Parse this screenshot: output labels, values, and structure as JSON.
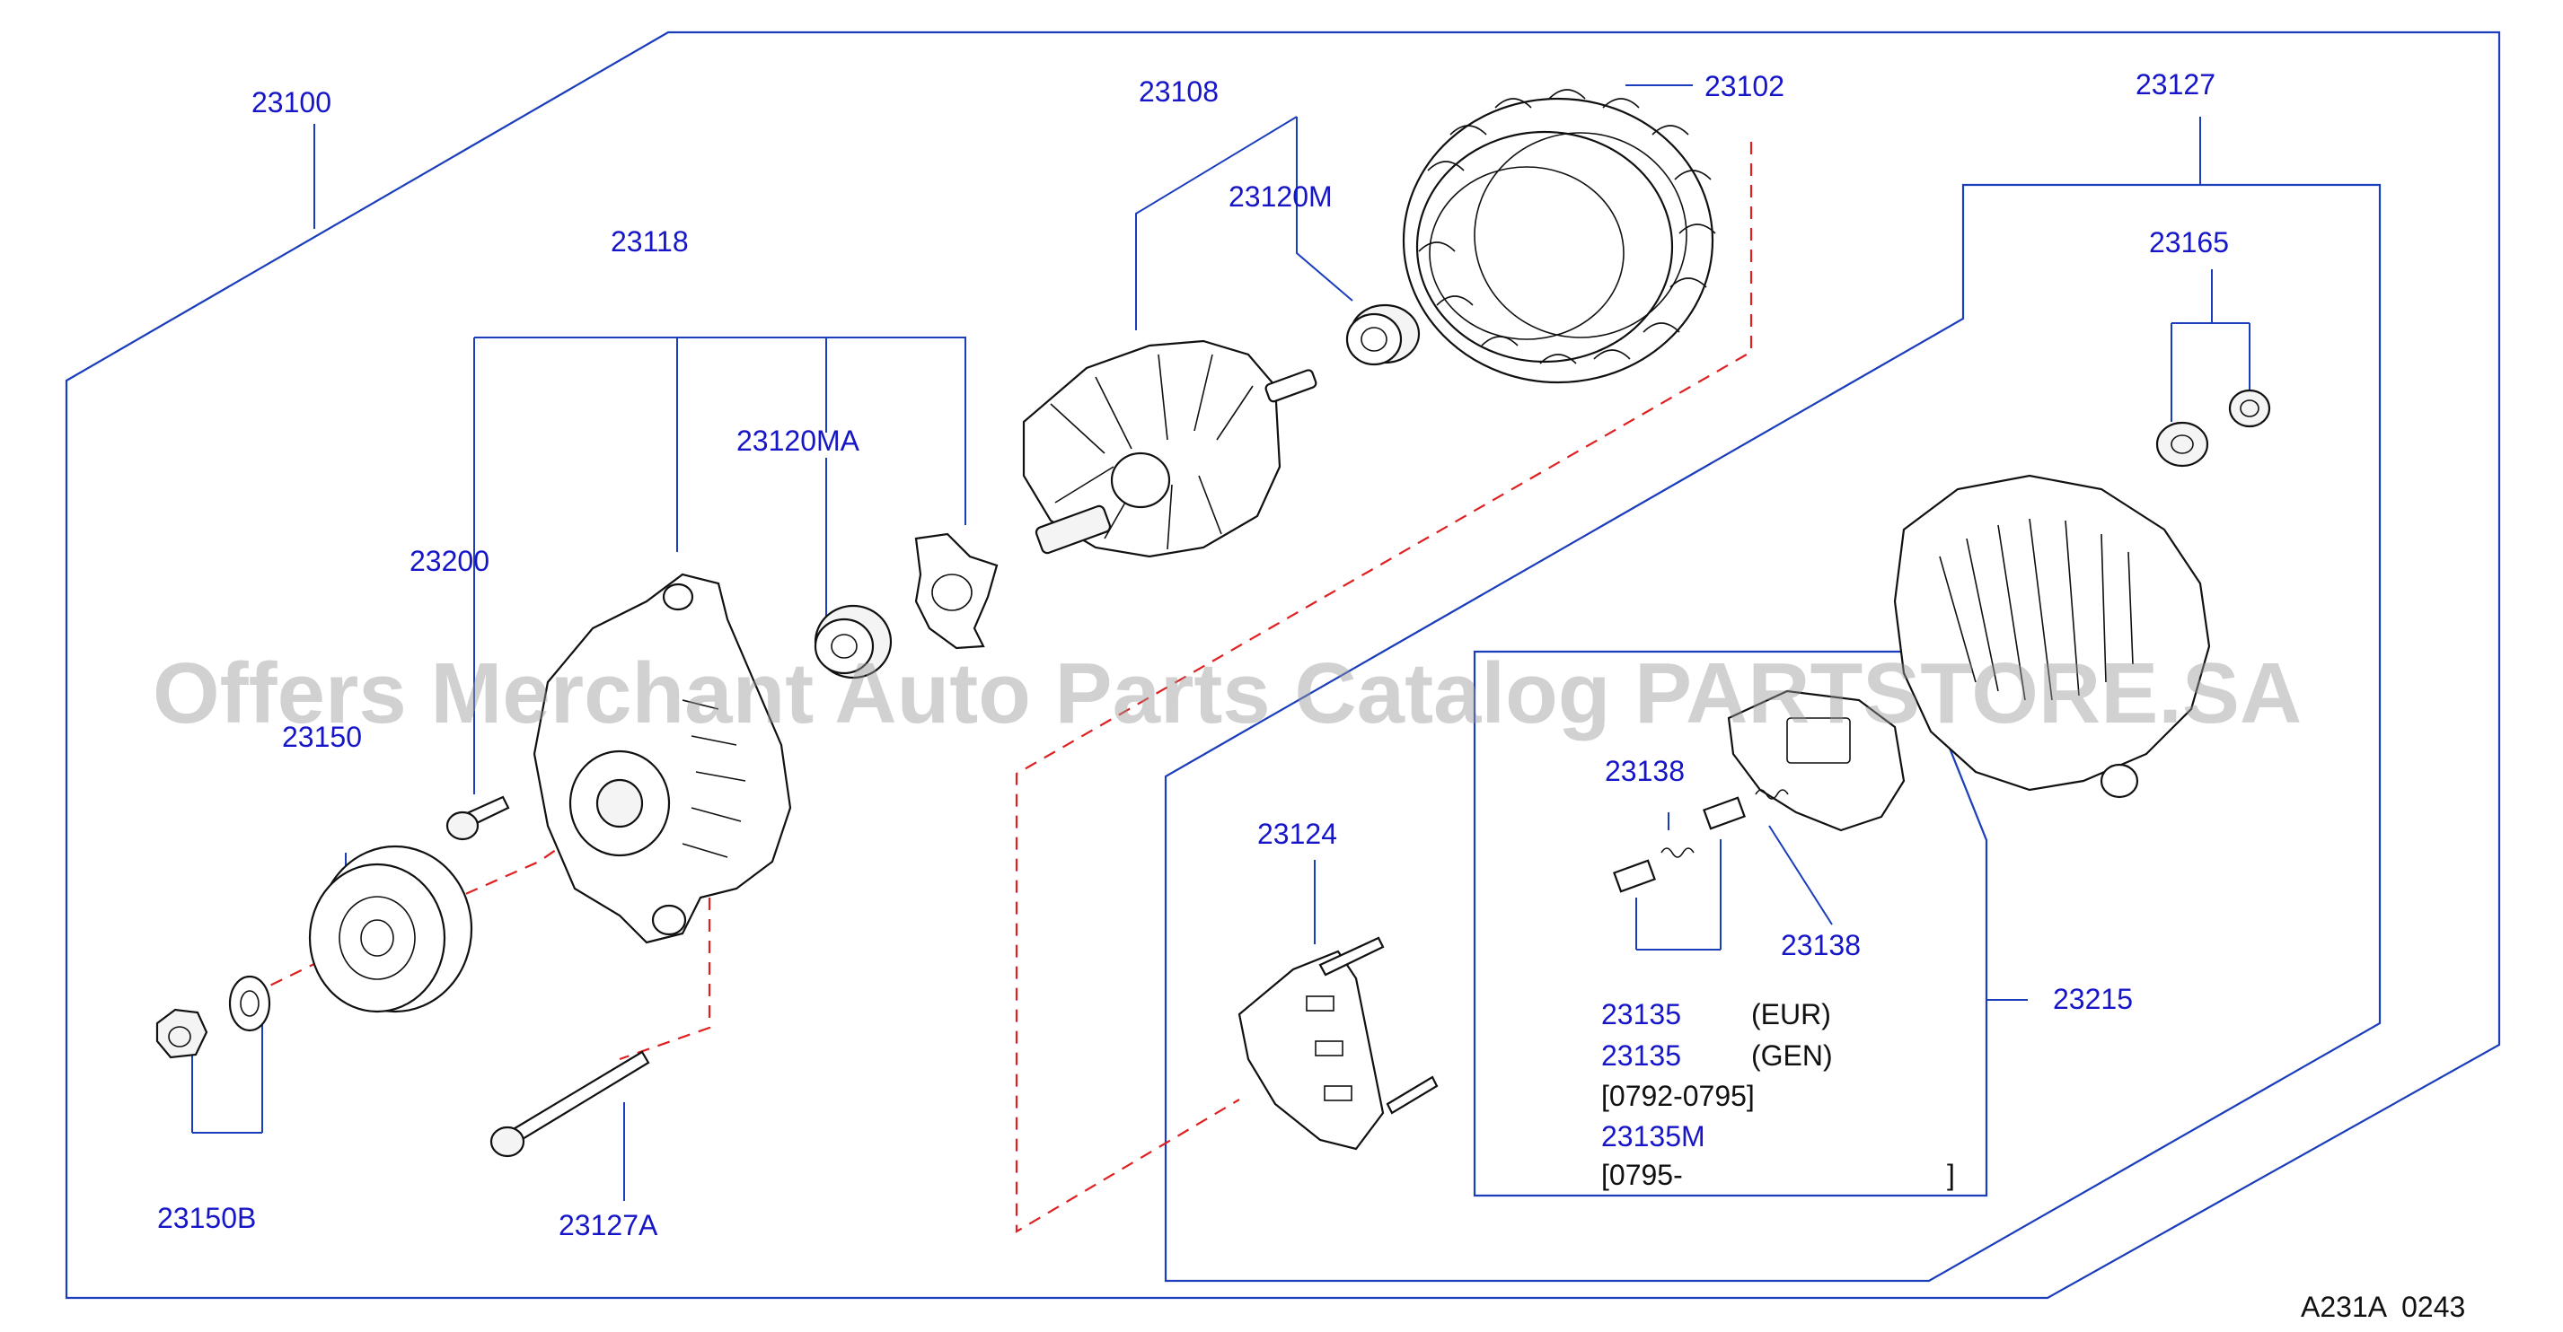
{
  "diagram_code": "A231A  0243",
  "watermark": "Offers Merchant Auto Parts Catalog PARTSTORE.SA",
  "parts": {
    "p23100": "23100",
    "p23108": "23108",
    "p23102": "23102",
    "p23127": "23127",
    "p23120M": "23120M",
    "p23118": "23118",
    "p23165": "23165",
    "p23120MA": "23120MA",
    "p23200": "23200",
    "p23150": "23150",
    "p23138a": "23138",
    "p23124": "23124",
    "p23138b": "23138",
    "p23215": "23215",
    "p23150B": "23150B",
    "p23127A": "23127A",
    "p23135eur": "23135",
    "p23135gen": "23135",
    "p23135M": "23135M"
  },
  "notes": {
    "eur": "(EUR)",
    "gen": "(GEN)",
    "range1": "[0792-0795]",
    "range2_open": "[0795-",
    "range2_close": "]"
  }
}
